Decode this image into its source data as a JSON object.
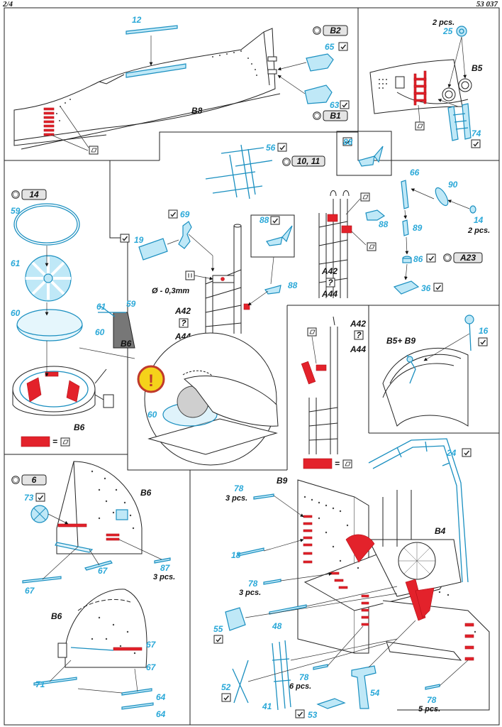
{
  "header": {
    "page": "2/4",
    "code": "53 037"
  },
  "assemblies": {
    "b8": "B8",
    "b5": "B5",
    "b6a": "B6",
    "b6b": "B6",
    "b6c": "B6",
    "b6d": "B6",
    "b9": "B9",
    "b4": "B4",
    "b5b9": "B5+ B9"
  },
  "tags": {
    "b2": "B2",
    "b1": "B1",
    "t1011": "10, 11",
    "t14": "14",
    "a23": "A23",
    "t6": "6",
    "q1": "?",
    "q2": "?",
    "q3": "?"
  },
  "refs": {
    "a42_1": "A42",
    "a44_1": "A44",
    "a42_2": "A42",
    "a44_2": "A44",
    "a42_3": "A42",
    "a44_3": "A44"
  },
  "notes": {
    "n25": "2 pcs.",
    "n14": "2 pcs.",
    "n87": "3 pcs.",
    "n78a": "3 pcs.",
    "n78b": "3 pcs.",
    "n78c": "6 pcs.",
    "n78d": "5 pcs.",
    "dia": "Ø - 0,3mm",
    "eq1": "=",
    "eq2": "="
  },
  "parts": {
    "p12": "12",
    "p65": "65",
    "p63": "63",
    "p25": "25",
    "p74": "74",
    "p56": "56",
    "p88a": "88",
    "p88b": "88",
    "p88c": "88",
    "p88d": "88",
    "p66": "66",
    "p90": "90",
    "p14": "14",
    "p89": "89",
    "p86": "86",
    "p36": "36",
    "p69": "69",
    "p19": "19",
    "p59a": "59",
    "p59b": "59",
    "p61a": "61",
    "p61b": "61",
    "p60a": "60",
    "p60b": "60",
    "p60c": "60",
    "p16": "16",
    "p24": "24",
    "p73": "73",
    "p67a": "67",
    "p67b": "67",
    "p67c": "67",
    "p67d": "67",
    "p87": "87",
    "p78a": "78",
    "p78b": "78",
    "p78c": "78",
    "p78d": "78",
    "p18": "18",
    "p55": "55",
    "p48": "48",
    "p52": "52",
    "p41": "41",
    "p53": "53",
    "p54": "54",
    "p71": "71",
    "p64a": "64",
    "p64b": "64"
  },
  "colors": {
    "etch_part": "#2aa8d8",
    "paint_red": "#e3222b",
    "ink": "#222222"
  },
  "icons": [
    "check-mark-icon",
    "reference-icon",
    "part-box-icon",
    "warning-exclamation-icon"
  ]
}
